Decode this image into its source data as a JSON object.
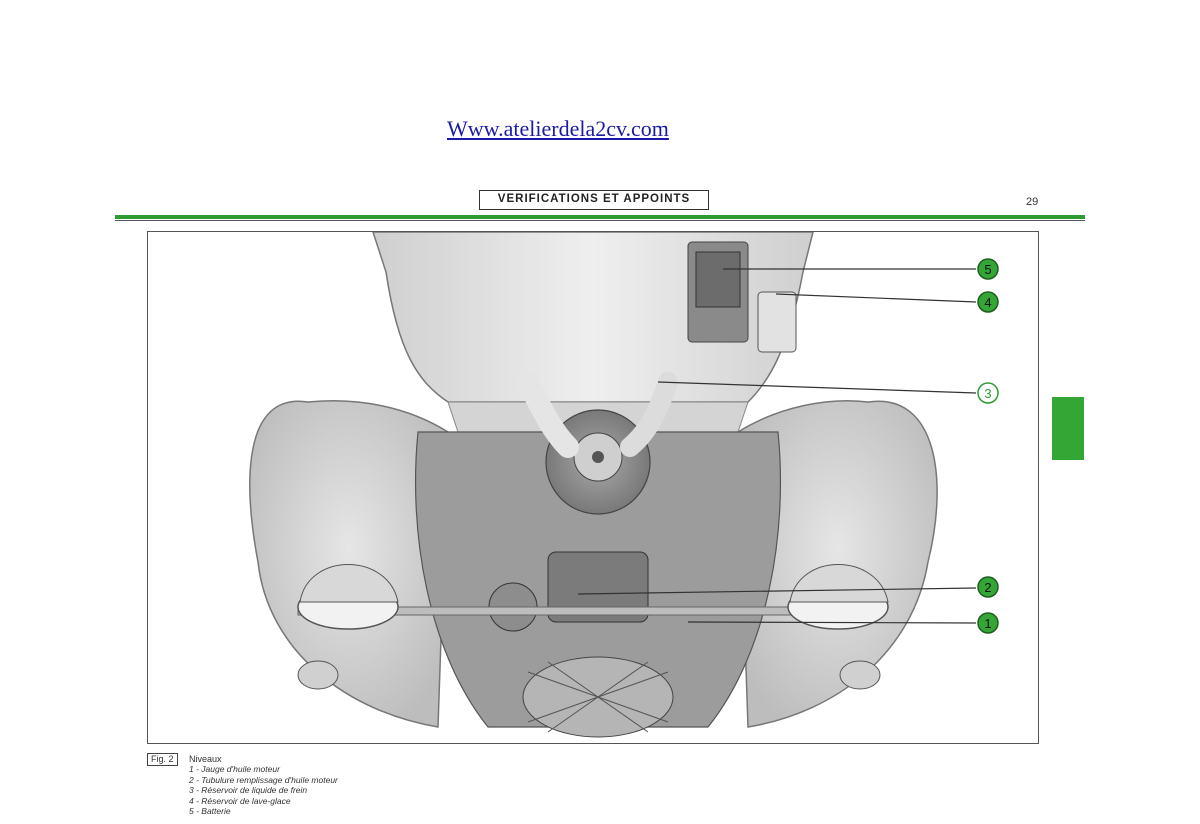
{
  "header": {
    "site_link": "Www.atelierdela2cv.com",
    "section_title": "VERIFICATIONS ET APPOINTS",
    "page_number": "29"
  },
  "figure": {
    "callouts": [
      {
        "number": "5",
        "style": "filled"
      },
      {
        "number": "4",
        "style": "filled"
      },
      {
        "number": "3",
        "style": "outline"
      },
      {
        "number": "2",
        "style": "filled"
      },
      {
        "number": "1",
        "style": "filled"
      }
    ],
    "colors": {
      "accent_green": "#34a635",
      "callout_outline": "#2f9a32",
      "line_art": "#555555"
    }
  },
  "caption": {
    "fig_label": "Fig. 2",
    "title": "Niveaux",
    "items": [
      "1 - Jauge d'huile moteur",
      "2 - Tubulure remplissage d'huile moteur",
      "3 - Réservoir de liquide de frein",
      "4 - Réservoir de lave-glace",
      "5 - Batterie"
    ]
  }
}
